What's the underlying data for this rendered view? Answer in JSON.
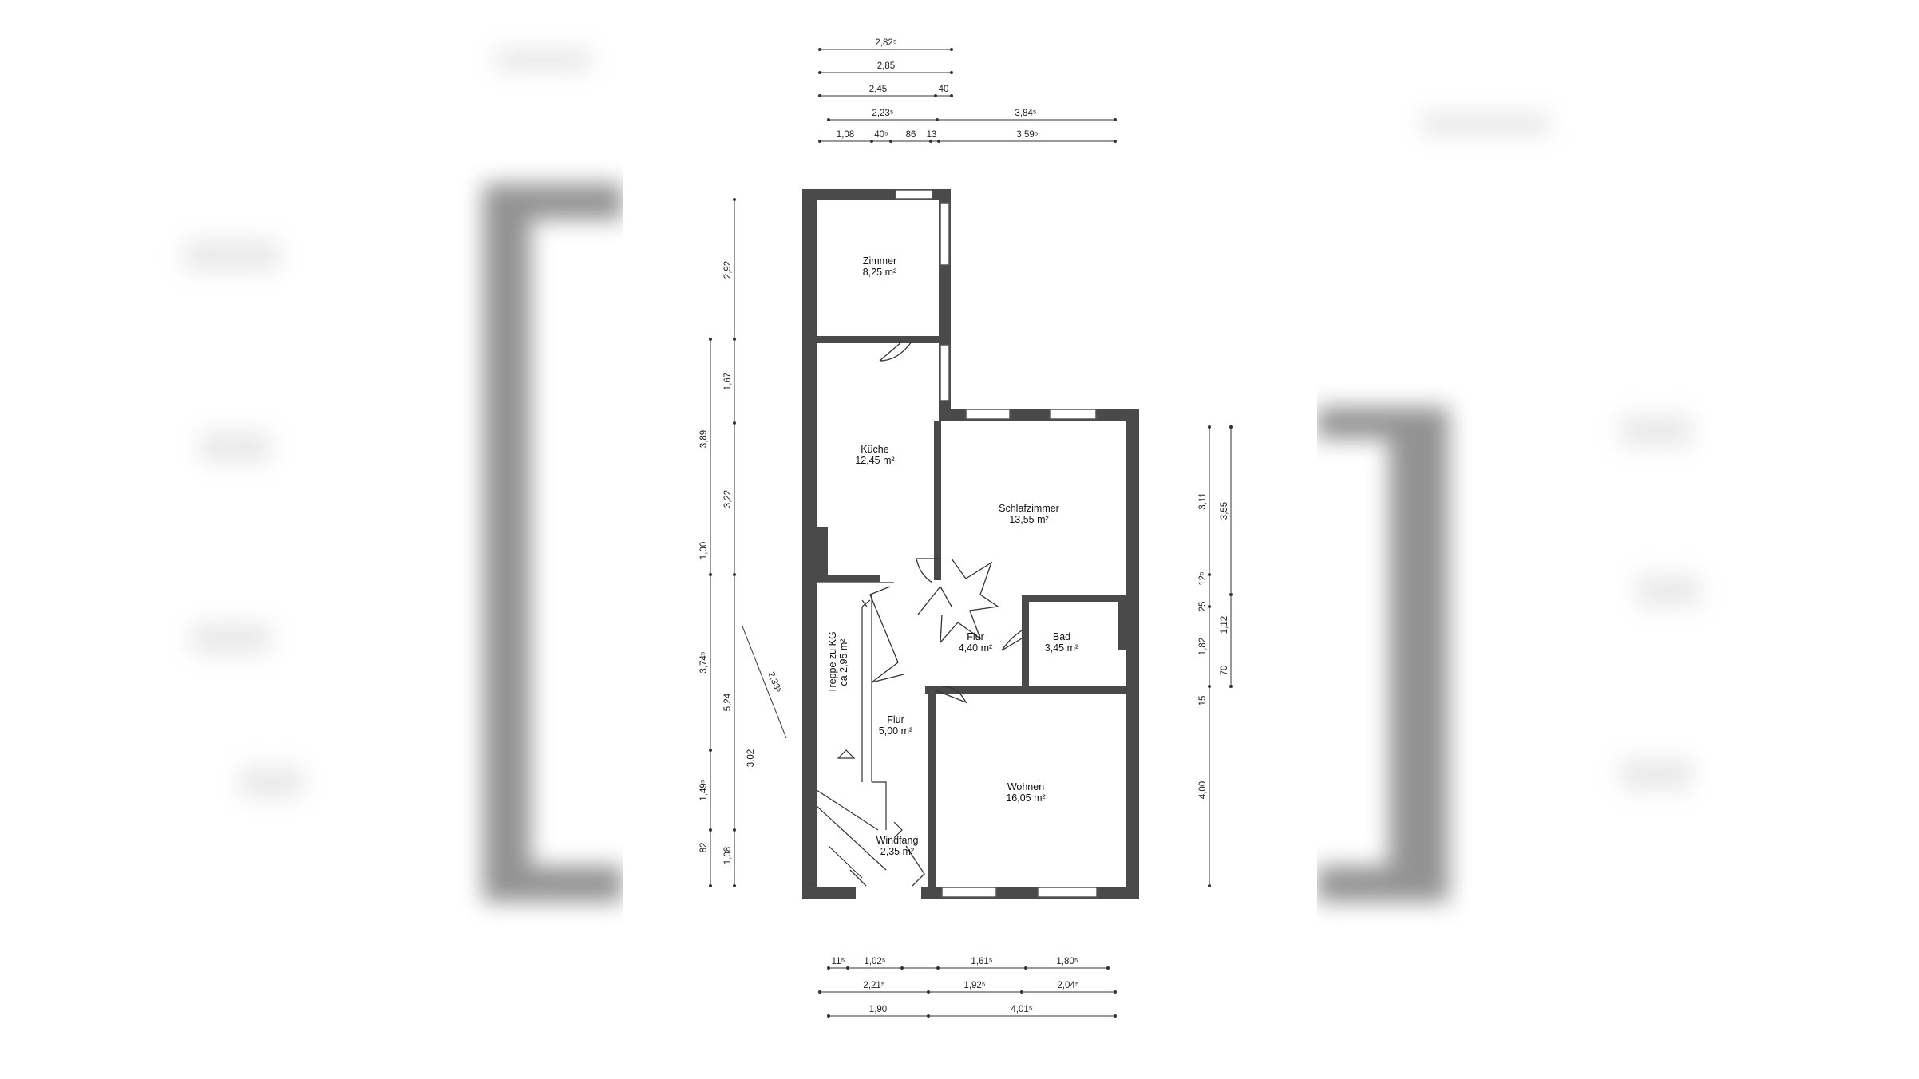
{
  "rooms": [
    {
      "name": "Zimmer",
      "area": "8,25 m²"
    },
    {
      "name": "Küche",
      "area": "12,45 m²"
    },
    {
      "name": "Schlafzimmer",
      "area": "13,55 m²"
    },
    {
      "name": "Flur",
      "area": "4,40 m²"
    },
    {
      "name": "Bad",
      "area": "3,45 m²"
    },
    {
      "name": "Flur",
      "area": "5,00 m²"
    },
    {
      "name": "Wohnen",
      "area": "16,05 m²"
    },
    {
      "name": "Windfang",
      "area": "2,35 m²"
    },
    {
      "name": "Treppe zu KG",
      "area": "ca 2,95 m²"
    }
  ],
  "dims_top": [
    "2,82⁵",
    "2,85",
    "2,45",
    "40",
    "2,23⁵",
    "3,84⁵",
    "1,08",
    "40⁵",
    "86",
    "13",
    "3,59⁵"
  ],
  "dims_bottom": [
    "11⁵",
    "1,02⁵",
    "1,61⁵",
    "1,80⁵",
    "2,21⁵",
    "1,92⁵",
    "2,04⁵",
    "1,90",
    "4,01⁵"
  ],
  "dims_left": [
    "2,92",
    "1,67",
    "3,89",
    "3,22",
    "1,00",
    "3,74⁵",
    "5,24",
    "2,33⁵",
    "3,02",
    "1,49⁵",
    "82",
    "1,08"
  ],
  "dims_right": [
    "3,11",
    "3,55",
    "12⁵",
    "25",
    "1,82",
    "1,12",
    "70",
    "15",
    "4,00"
  ]
}
